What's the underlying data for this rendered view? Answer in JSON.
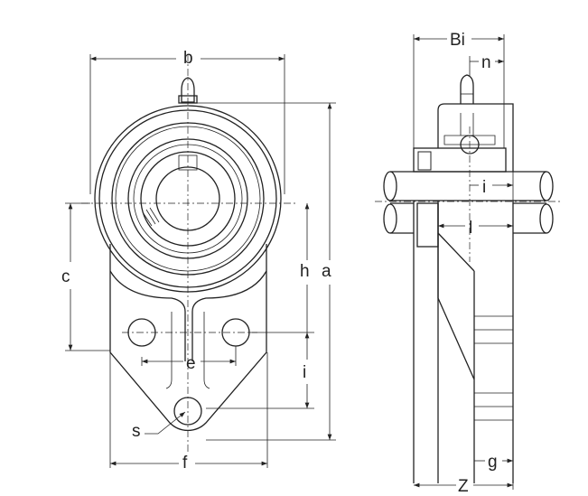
{
  "title": "Flange bearing unit dimension drawing",
  "labels": {
    "b": "b",
    "c": "c",
    "h": "h",
    "a": "a",
    "e": "e",
    "i_front": "i",
    "s": "s",
    "f": "f",
    "Bi": "Bi",
    "n": "n",
    "i_side": "i",
    "l": "l",
    "g": "g",
    "Z": "Z"
  },
  "colors": {
    "line": "#222222",
    "background": "#ffffff"
  }
}
